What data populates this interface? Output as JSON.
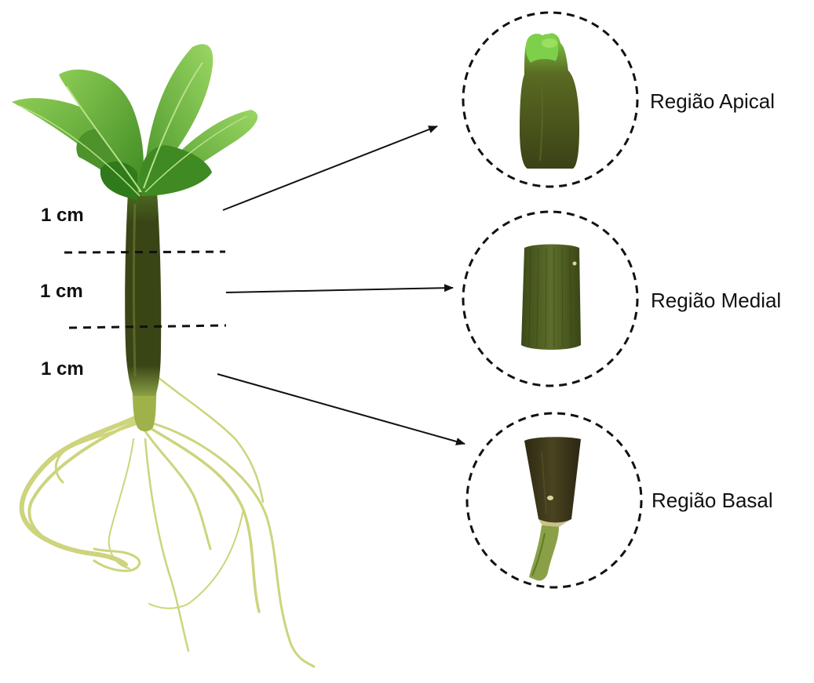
{
  "segments": [
    {
      "length_label": "1 cm"
    },
    {
      "length_label": "1 cm"
    },
    {
      "length_label": "1 cm"
    }
  ],
  "regions": [
    {
      "label": "Região Apical"
    },
    {
      "label": "Região Medial"
    },
    {
      "label": "Região Basal"
    }
  ],
  "colors": {
    "leaf": "#5a9e2f",
    "leaf_light": "#7cbf45",
    "stem_dark": "#3e4a1c",
    "root": "#c9d27a",
    "callout_circle": "#111111"
  }
}
